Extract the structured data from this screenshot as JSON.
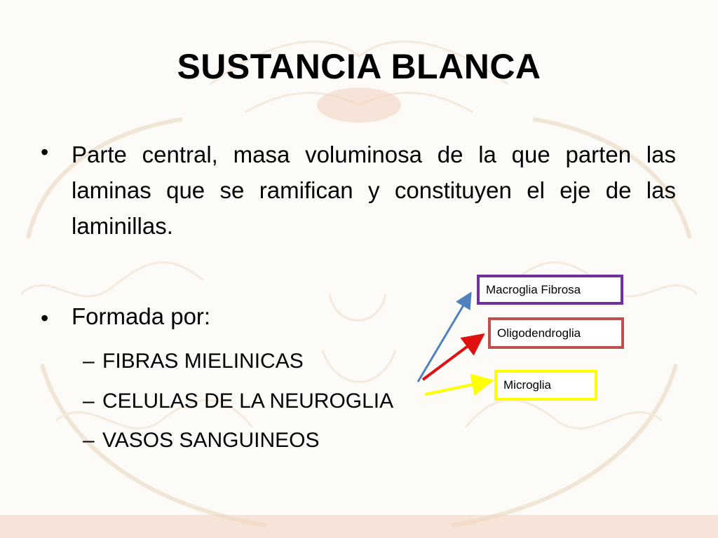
{
  "slide": {
    "title": "SUSTANCIA BLANCA",
    "bullets": [
      {
        "marker": "•",
        "text": "Parte central,  masa voluminosa de la que parten las laminas que se ramifican y constituyen el eje de las laminillas."
      },
      {
        "marker": "•",
        "text": "Formada por:",
        "subitems": [
          {
            "marker": "–",
            "text": "FIBRAS MIELINICAS"
          },
          {
            "marker": "–",
            "text": "CELULAS DE LA NEUROGLIA"
          },
          {
            "marker": "–",
            "text": "VASOS SANGUINEOS"
          }
        ]
      }
    ],
    "neuroglia_types": [
      {
        "label": "Macroglia Fibrosa",
        "border_color": "#7030a0",
        "arrow_color": "#4f81bd"
      },
      {
        "label": "Oligodendroglia",
        "border_color": "#c0504d",
        "arrow_color": "#e01010"
      },
      {
        "label": "Microglia",
        "border_color": "#ffff00",
        "arrow_color": "#ffff00"
      }
    ]
  }
}
